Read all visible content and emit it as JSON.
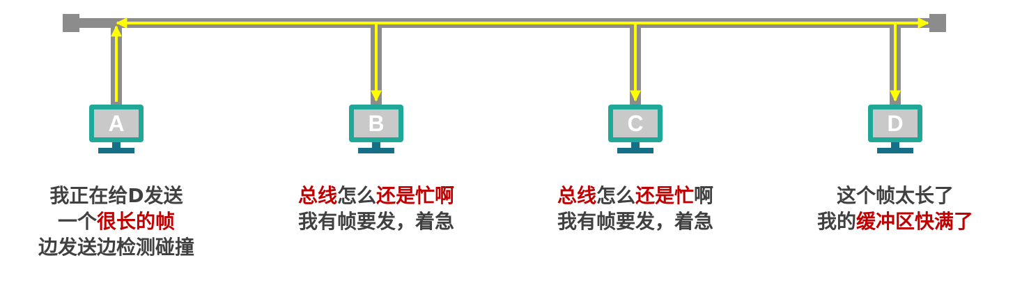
{
  "colors": {
    "bus": "#8c8c8c",
    "signal": "#ffff00",
    "monitor": "#1fa898",
    "screen": "#c9c9c9",
    "stand": "#156f86",
    "text": "#404040",
    "highlight": "#c00000"
  },
  "stations": [
    {
      "letter": "A",
      "signal_direction": "up"
    },
    {
      "letter": "B",
      "signal_direction": "down"
    },
    {
      "letter": "C",
      "signal_direction": "down"
    },
    {
      "letter": "D",
      "signal_direction": "down"
    }
  ],
  "captions": {
    "a": {
      "l1": "我正在给D发送",
      "l2a": "一个",
      "l2b": "很长的帧",
      "l3": "边发送边检测碰撞"
    },
    "b": {
      "l1a": "总线",
      "l1b": "怎么",
      "l1c": "还是忙啊",
      "l2": "我有帧要发，着急"
    },
    "c": {
      "l1a": "总线",
      "l1b": "怎么",
      "l1c": "还是忙",
      "l1d": "啊",
      "l2": "我有帧要发，着急"
    },
    "d": {
      "l1": "这个帧太长了",
      "l2a": "我的",
      "l2b": "缓冲区快满了"
    }
  }
}
